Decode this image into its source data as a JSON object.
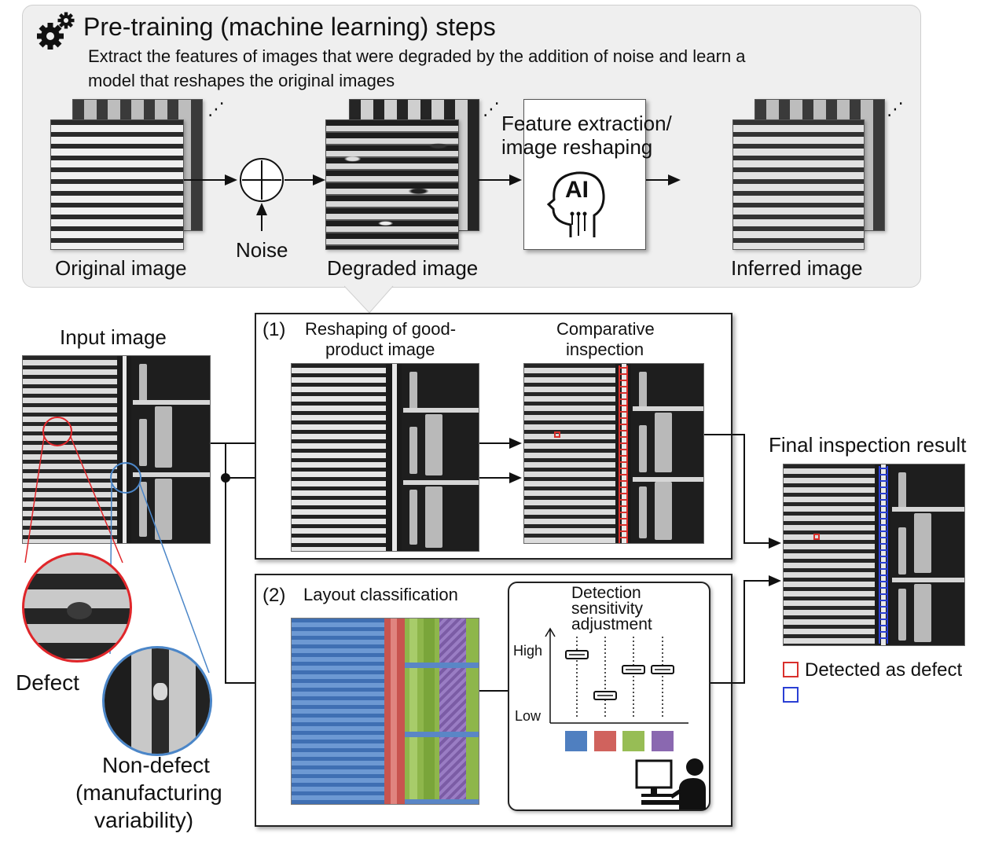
{
  "pretraining": {
    "title": "Pre-training (machine learning) steps",
    "description_line1": "Extract the features of images that were degraded by the addition of noise and learn a",
    "description_line2": "model that reshapes the original images",
    "original_label": "Original image",
    "noise_label": "Noise",
    "degraded_label": "Degraded image",
    "feature_label_line1": "Feature extraction/",
    "feature_label_line2": "image reshaping",
    "ai_label": "AI",
    "inferred_label": "Inferred image",
    "ellipsis": "⋰"
  },
  "input": {
    "title": "Input image",
    "defect_label": "Defect",
    "nondefect_line1": "Non-defect",
    "nondefect_line2": "(manufacturing",
    "nondefect_line3": "variability)"
  },
  "panel1": {
    "number": "(1)",
    "reshape_line1": "Reshaping of good-",
    "reshape_line2": "product image",
    "compare_line1": "Comparative",
    "compare_line2": "inspection"
  },
  "panel2": {
    "number": "(2)",
    "title": "Layout classification",
    "sensitivity_line1": "Detection",
    "sensitivity_line2": "sensitivity",
    "sensitivity_line3": "adjustment",
    "high_label": "High",
    "low_label": "Low",
    "layout_colors": [
      "#4f7fc0",
      "#d0625d",
      "#97bd55",
      "#8a68b0"
    ]
  },
  "result": {
    "title": "Final inspection result",
    "legend_defect": "Detected as defect",
    "legend_defect_color": "#d9302c",
    "legend_other_color": "#2a3fd4"
  },
  "colors": {
    "defect_circle": "#e0262a",
    "nondefect_circle": "#4b86c8"
  }
}
